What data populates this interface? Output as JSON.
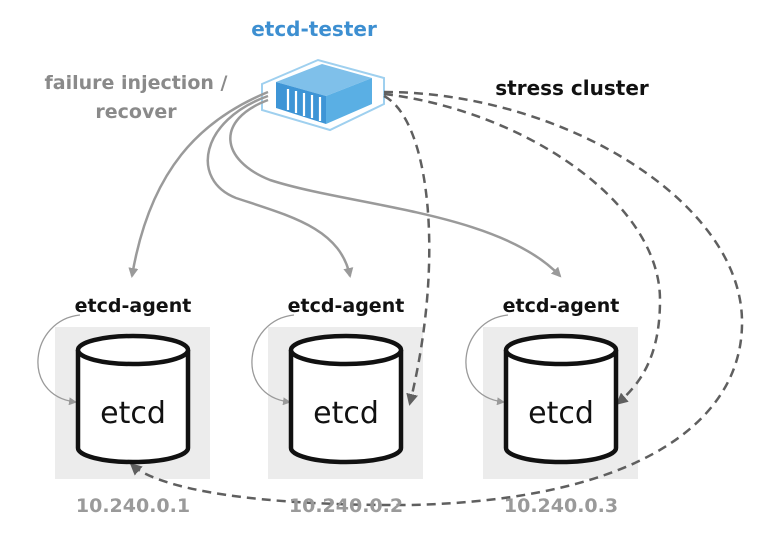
{
  "tester": {
    "title": "etcd-tester",
    "title_color": "#3d8fd1",
    "icon": "container-icon"
  },
  "labels": {
    "failure": [
      "failure injection /",
      "recover"
    ],
    "stress": "stress cluster"
  },
  "nodes": [
    {
      "agent_label": "etcd-agent",
      "db_label": "etcd",
      "ip": "10.240.0.1"
    },
    {
      "agent_label": "etcd-agent",
      "db_label": "etcd",
      "ip": "10.240.0.2"
    },
    {
      "agent_label": "etcd-agent",
      "db_label": "etcd",
      "ip": "10.240.0.3"
    }
  ],
  "colors": {
    "box_bg": "#ececec",
    "solid_arrow": "#9a9a9a",
    "dashed_arrow": "#5f5f5f",
    "ip_text": "#9a9a9a",
    "container_fill": "#4fa3df",
    "container_stroke": "#9fd0ef"
  }
}
